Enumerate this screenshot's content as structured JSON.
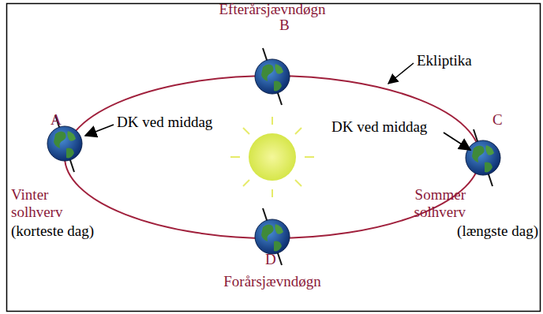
{
  "diagram": {
    "labels": [
      "Efterårsjævndøgn",
      "B",
      "Ekliptika",
      "A",
      "DK ved middag",
      "DK ved middag",
      "C",
      "Vinter solhverv",
      "(korteste dag)",
      "Sommer solhverv",
      "(længste dag)",
      "D",
      "Forårsjævndøgn"
    ]
  }
}
